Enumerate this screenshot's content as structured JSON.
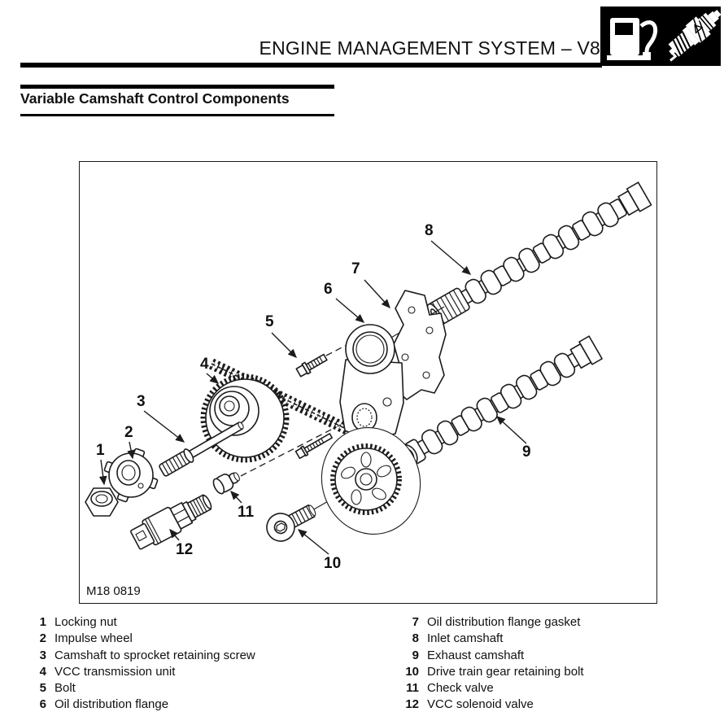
{
  "header": {
    "title": "ENGINE MANAGEMENT SYSTEM – V8"
  },
  "badge": {
    "background": "#000000",
    "icons": [
      {
        "name": "fuel-pump-icon"
      },
      {
        "name": "spark-plug-icon"
      }
    ]
  },
  "section": {
    "title": "Variable Camshaft Control Components"
  },
  "figure": {
    "code": "M18 0819",
    "highlight_color": "#f2e437",
    "line_color": "#1c1c1c"
  },
  "parts": [
    {
      "num": "1",
      "label": "Locking nut"
    },
    {
      "num": "2",
      "label": "Impulse wheel"
    },
    {
      "num": "3",
      "label": "Camshaft to sprocket retaining screw"
    },
    {
      "num": "4",
      "label": "VCC transmission unit"
    },
    {
      "num": "5",
      "label": "Bolt"
    },
    {
      "num": "6",
      "label": "Oil distribution flange"
    },
    {
      "num": "7",
      "label": "Oil distribution flange gasket"
    },
    {
      "num": "8",
      "label": "Inlet camshaft"
    },
    {
      "num": "9",
      "label": "Exhaust camshaft"
    },
    {
      "num": "10",
      "label": "Drive train gear retaining bolt"
    },
    {
      "num": "11",
      "label": "Check valve"
    },
    {
      "num": "12",
      "label": "VCC solenoid valve"
    }
  ]
}
